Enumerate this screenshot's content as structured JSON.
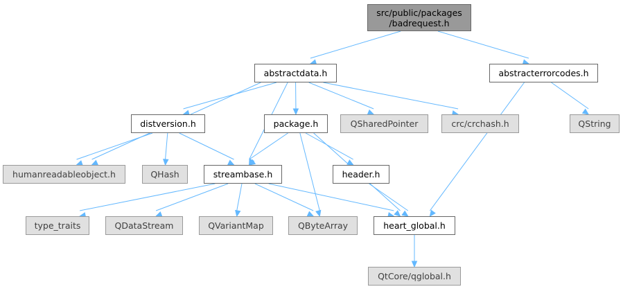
{
  "diagram": {
    "colors": {
      "edge": "#63b8ff",
      "root_fill": "#999999",
      "external_fill": "#e0e0e0",
      "border": "#666666"
    },
    "root": {
      "line1": "src/public/packages",
      "line2": "/badrequest.h"
    },
    "nodes": {
      "abstractdata": "abstractdata.h",
      "abstracterrorcodes": "abstracterrorcodes.h",
      "humanreadableobject": "humanreadableobject.h",
      "distversion": "distversion.h",
      "streambase": "streambase.h",
      "package": "package.h",
      "qsharedpointer": "QSharedPointer",
      "crchash": "crc/crchash.h",
      "qstring": "QString",
      "qhash": "QHash",
      "header": "header.h",
      "type_traits": "type_traits",
      "qdatastream": "QDataStream",
      "qvariantmap": "QVariantMap",
      "qbytearray": "QByteArray",
      "heart_global": "heart_global.h",
      "qglobal": "QtCore/qglobal.h"
    },
    "edges": [
      [
        "root",
        "abstractdata"
      ],
      [
        "root",
        "abstracterrorcodes"
      ],
      [
        "abstractdata",
        "humanreadableobject"
      ],
      [
        "abstractdata",
        "distversion"
      ],
      [
        "abstractdata",
        "streambase"
      ],
      [
        "abstractdata",
        "package"
      ],
      [
        "abstractdata",
        "qsharedpointer"
      ],
      [
        "abstractdata",
        "crchash"
      ],
      [
        "abstracterrorcodes",
        "heart_global"
      ],
      [
        "abstracterrorcodes",
        "qstring"
      ],
      [
        "distversion",
        "humanreadableobject"
      ],
      [
        "distversion",
        "qhash"
      ],
      [
        "distversion",
        "streambase"
      ],
      [
        "package",
        "streambase"
      ],
      [
        "package",
        "qbytearray"
      ],
      [
        "package",
        "header"
      ],
      [
        "package",
        "heart_global"
      ],
      [
        "streambase",
        "type_traits"
      ],
      [
        "streambase",
        "qdatastream"
      ],
      [
        "streambase",
        "qvariantmap"
      ],
      [
        "streambase",
        "qbytearray"
      ],
      [
        "streambase",
        "heart_global"
      ],
      [
        "header",
        "heart_global"
      ],
      [
        "heart_global",
        "qglobal"
      ]
    ]
  }
}
